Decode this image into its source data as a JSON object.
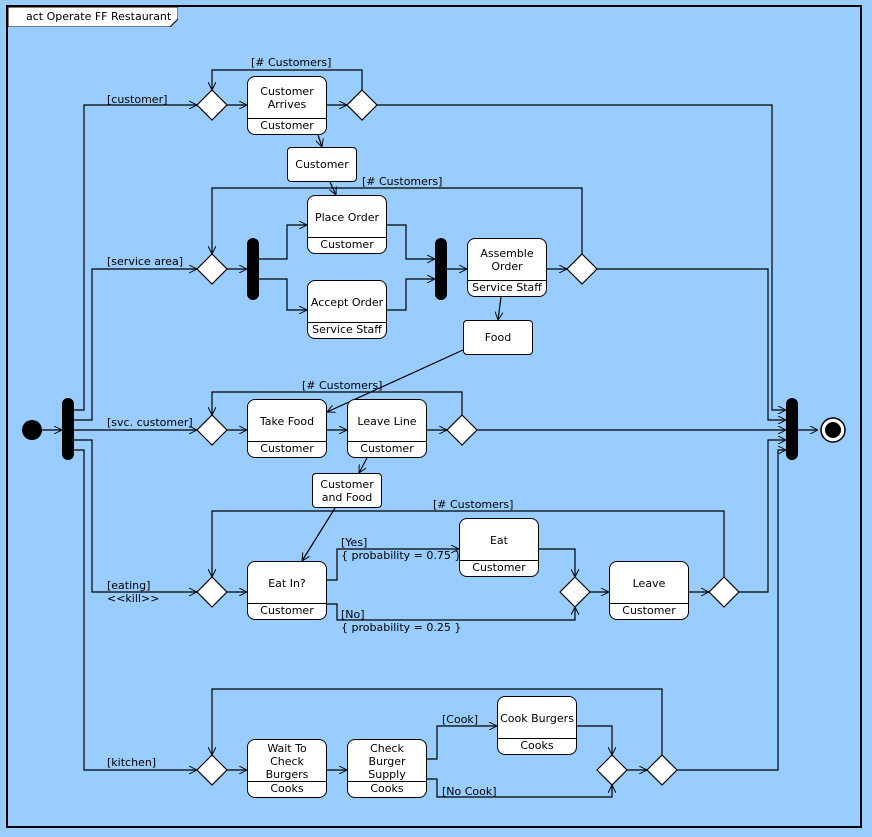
{
  "frame": {
    "title": "act Operate FF Restaurant"
  },
  "guards": {
    "customer": "[customer]",
    "service_area": "[service area]",
    "svc_customer": "[svc. customer]",
    "eating": "[eating]",
    "eating_stereotype": "<<kill>>",
    "kitchen": "[kitchen]",
    "loop_customers": "[# Customers]",
    "yes": "[Yes]",
    "yes_prob": "{ probability = 0.75 }",
    "no": "[No]",
    "no_prob": "{ probability = 0.25 }",
    "cook": "[Cook]",
    "no_cook": "[No Cook]"
  },
  "actions": {
    "customer_arrives": {
      "name": "Customer Arrives",
      "partition": "Customer"
    },
    "place_order": {
      "name": "Place Order",
      "partition": "Customer"
    },
    "accept_order": {
      "name": "Accept Order",
      "partition": "Service Staff"
    },
    "assemble_order": {
      "name": "Assemble Order",
      "partition": "Service Staff"
    },
    "take_food": {
      "name": "Take Food",
      "partition": "Customer"
    },
    "leave_line": {
      "name": "Leave Line",
      "partition": "Customer"
    },
    "eat_in": {
      "name": "Eat In?",
      "partition": "Customer"
    },
    "eat": {
      "name": "Eat",
      "partition": "Customer"
    },
    "leave": {
      "name": "Leave",
      "partition": "Customer"
    },
    "wait_check": {
      "name": "Wait To Check Burgers",
      "partition": "Cooks"
    },
    "check_supply": {
      "name": "Check Burger Supply",
      "partition": "Cooks"
    },
    "cook_burgers": {
      "name": "Cook Burgers",
      "partition": "Cooks"
    }
  },
  "objects": {
    "customer": "Customer",
    "food": "Food",
    "customer_and_food": "Customer and Food"
  },
  "colors": {
    "background": "#99ccff",
    "node_fill": "#ffffff",
    "stroke": "#000000"
  }
}
